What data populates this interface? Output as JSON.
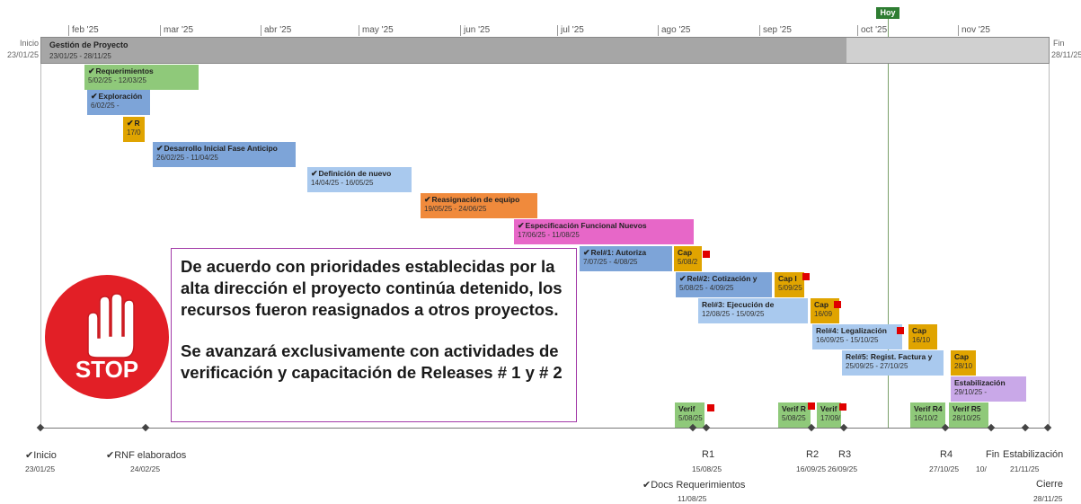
{
  "timescale": {
    "months": [
      "feb '25",
      "mar '25",
      "abr '25",
      "may '25",
      "jun '25",
      "jul '25",
      "ago '25",
      "sep '25",
      "oct '25",
      "nov '25"
    ],
    "start_label": "Inicio",
    "start_date": "23/01/25",
    "end_label": "Fin",
    "end_date": "28/11/25",
    "today_label": "Hoy"
  },
  "summary": {
    "title": "Gestión de Proyecto",
    "dates": "23/01/25 - 28/11/25"
  },
  "tasks": [
    {
      "title": "Requerimientos",
      "dates": "5/02/25 - 12/03/25",
      "color": "#8fc97a",
      "check": "✔"
    },
    {
      "title": "Exploración",
      "dates": "6/02/25 -",
      "color": "#7da4d8",
      "check": "✔"
    },
    {
      "title": "R",
      "dates": "17/0",
      "color": "#e0a400",
      "check": "✔"
    },
    {
      "title": "Desarrollo Inicial Fase Anticipo",
      "dates": "26/02/25 - 11/04/25",
      "color": "#7da4d8",
      "check": "✔"
    },
    {
      "title": "Definición de nuevo",
      "dates": "14/04/25 - 16/05/25",
      "color": "#a9c9ee",
      "check": "✔"
    },
    {
      "title": "Reasignación de equipo",
      "dates": "19/05/25 - 24/06/25",
      "color": "#f08a3c",
      "check": "✔"
    },
    {
      "title": "Especificación Funcional Nuevos",
      "dates": "17/06/25 - 11/08/25",
      "color": "#e767c8",
      "check": "✔"
    },
    {
      "title": "Rel#1: Autoriza",
      "dates": "7/07/25 - 4/08/25",
      "color": "#7da4d8",
      "check": "✔"
    },
    {
      "title": "Cap",
      "dates": "5/08/2",
      "color": "#e0a400",
      "check": ""
    },
    {
      "title": "Rel#2: Cotización y",
      "dates": "5/08/25 - 4/09/25",
      "color": "#7da4d8",
      "check": "✔"
    },
    {
      "title": "Cap I",
      "dates": "5/09/25",
      "color": "#e0a400",
      "check": ""
    },
    {
      "title": "Rel#3: Ejecución de",
      "dates": "12/08/25 - 15/09/25",
      "color": "#a9c9ee",
      "check": ""
    },
    {
      "title": "Cap",
      "dates": "16/09",
      "color": "#e0a400",
      "check": ""
    },
    {
      "title": "Rel#4: Legalización",
      "dates": "16/09/25 - 15/10/25",
      "color": "#a9c9ee",
      "check": ""
    },
    {
      "title": "Cap",
      "dates": "16/10",
      "color": "#e0a400",
      "check": ""
    },
    {
      "title": "Rel#5: Regist. Factura y",
      "dates": "25/09/25 - 27/10/25",
      "color": "#a9c9ee",
      "check": ""
    },
    {
      "title": "Cap",
      "dates": "28/10",
      "color": "#e0a400",
      "check": ""
    },
    {
      "title": "Estabilización",
      "dates": "29/10/25 -",
      "color": "#c9a8e8",
      "check": ""
    }
  ],
  "verifs": [
    {
      "title": "Verif",
      "dates": "5/08/25"
    },
    {
      "title": "Verif R",
      "dates": "5/08/25"
    },
    {
      "title": "Verif",
      "dates": "17/09/"
    },
    {
      "title": "Verif R4",
      "dates": "16/10/2"
    },
    {
      "title": "Verif R5",
      "dates": "28/10/25"
    }
  ],
  "milestones": [
    {
      "label": "✔Inicio",
      "date": "23/01/25"
    },
    {
      "label": "✔RNF elaborados",
      "date": "24/02/25"
    },
    {
      "label": "✔Docs Requerimientos",
      "date": "11/08/25"
    },
    {
      "label": "R1",
      "date": "15/08/25"
    },
    {
      "label": "R2",
      "date": "16/09/25"
    },
    {
      "label": "R3",
      "date": "26/09/25"
    },
    {
      "label": "R4",
      "date": "27/10/25"
    },
    {
      "label": "Fin",
      "date": "10/"
    },
    {
      "label": "Estabilización",
      "date": "21/11/25"
    },
    {
      "label": "Cierre",
      "date": "28/11/25"
    }
  ],
  "notice": {
    "paragraph1": "De acuerdo con prioridades establecidas por la alta dirección el proyecto continúa detenido, los recursos fueron reasignados a otros proyectos.",
    "paragraph2": "Se avanzará exclusivamente con actividades de verificación y capacitación de Releases # 1 y # 2",
    "stop_label": "STOP"
  }
}
